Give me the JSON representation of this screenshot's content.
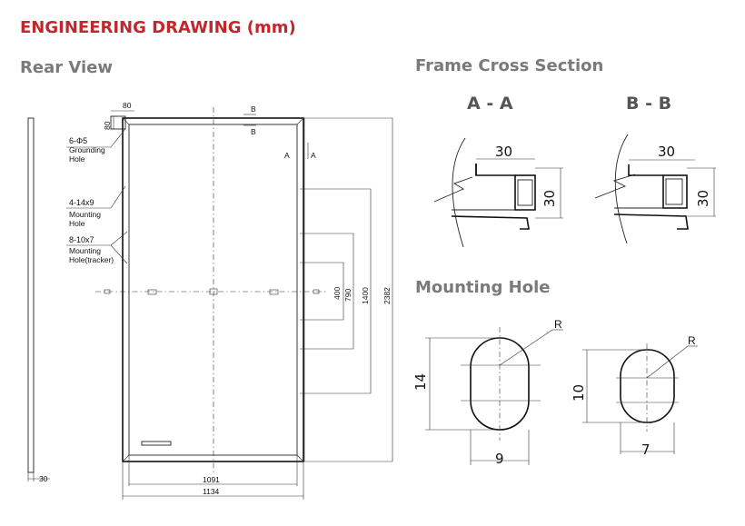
{
  "headings": {
    "main_title": "ENGINEERING DRAWING (mm)",
    "rear_view": "Rear View",
    "frame_cross_section": "Frame Cross Section",
    "mounting_hole": "Mounting Hole",
    "section_aa": "A - A",
    "section_bb": "B - B"
  },
  "colors": {
    "title": "#c1272d",
    "section_heading": "#7a7a7a",
    "section_label": "#555555",
    "line": "#222222"
  },
  "rear_view": {
    "callouts": {
      "grounding_size": "6-Φ5",
      "grounding_l1": "Grounding",
      "grounding_l2": "Hole",
      "mounting_size": "4-14x9",
      "mounting_l1": "Mounting",
      "mounting_l2": "Hole",
      "tracker_size": "8-10x7",
      "tracker_l1": "Mounting",
      "tracker_l2": "Hole(tracker)"
    },
    "dims": {
      "corner_top": "80",
      "corner_side": "80",
      "width_inner": "1091",
      "width_outer": "1134",
      "side_thickness": "30",
      "d400": "400",
      "d790": "790",
      "d1400": "1400",
      "d2382": "2382"
    },
    "section_marks": {
      "a1": "A",
      "a2": "A",
      "b1": "B",
      "b2": "B"
    }
  },
  "frame_section": {
    "aa": {
      "width": "30",
      "height": "30"
    },
    "bb": {
      "width": "30",
      "height": "30"
    }
  },
  "mounting_hole": {
    "large": {
      "height": "14",
      "width": "9",
      "radius": "R"
    },
    "small": {
      "height": "10",
      "width": "7",
      "radius": "R"
    }
  }
}
